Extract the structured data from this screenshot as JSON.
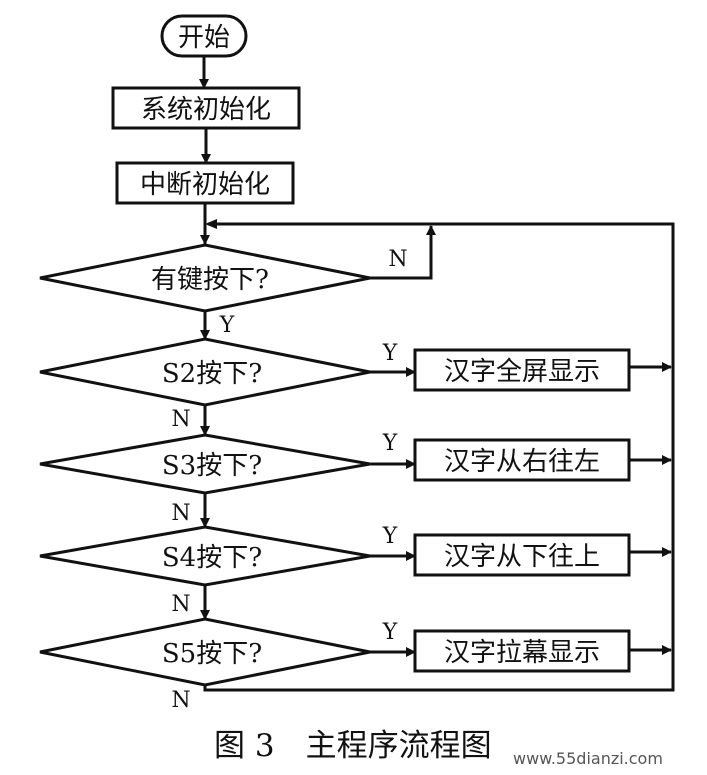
{
  "nodes": {
    "start": "开始",
    "sys_init": "系统初始化",
    "int_init": "中断初始化",
    "key_pressed": "有键按下?",
    "s2": "S2按下?",
    "s3": "S3按下?",
    "s4": "S4按下?",
    "s5": "S5按下?",
    "act_full": "汉字全屏显示",
    "act_rtl": "汉字从右往左",
    "act_btt": "汉字从下往上",
    "act_curtain": "汉字拉幕显示"
  },
  "edge_labels": {
    "key_no": "N",
    "key_yes": "Y",
    "s2_yes": "Y",
    "s2_no": "N",
    "s3_yes": "Y",
    "s3_no": "N",
    "s4_yes": "Y",
    "s4_no": "N",
    "s5_yes": "Y",
    "s5_no": "N"
  },
  "caption": "图 3　主程序流程图",
  "watermark": "www.55dianzi.com"
}
